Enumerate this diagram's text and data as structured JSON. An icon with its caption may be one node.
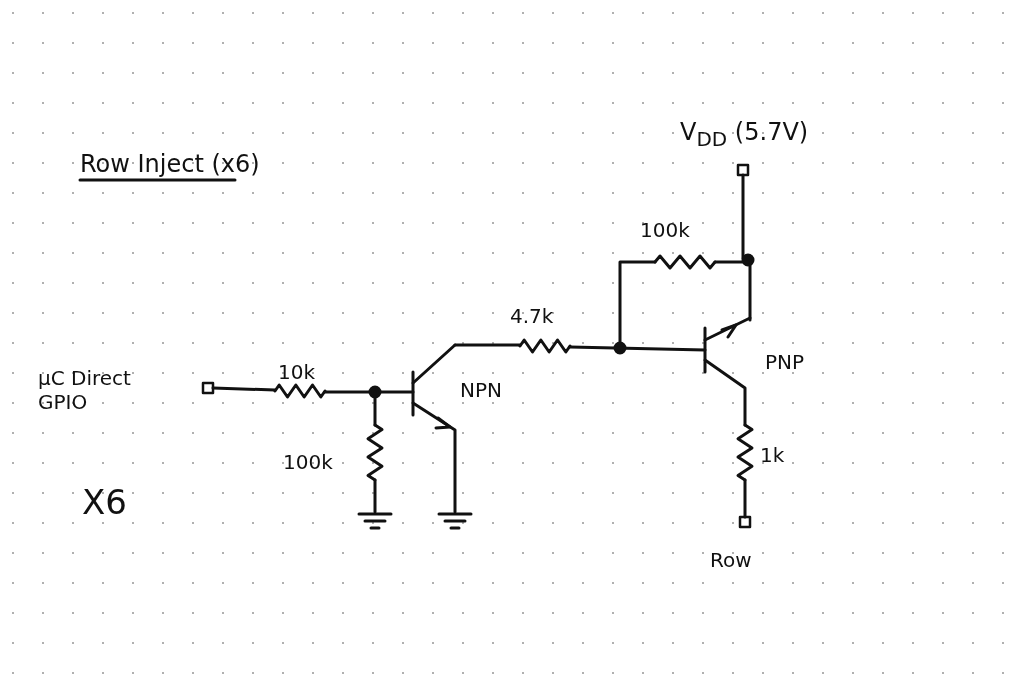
{
  "diagram": {
    "title": "Row Inject (x6)",
    "labels": [
      "V$_{DD}$ (5.7V)",
      "100k",
      "4.7k",
      "PNP",
      "µC Direct GPIO",
      "10k",
      "NPN",
      "100k",
      "1k",
      "X6",
      "Row"
    ]
  }
}
